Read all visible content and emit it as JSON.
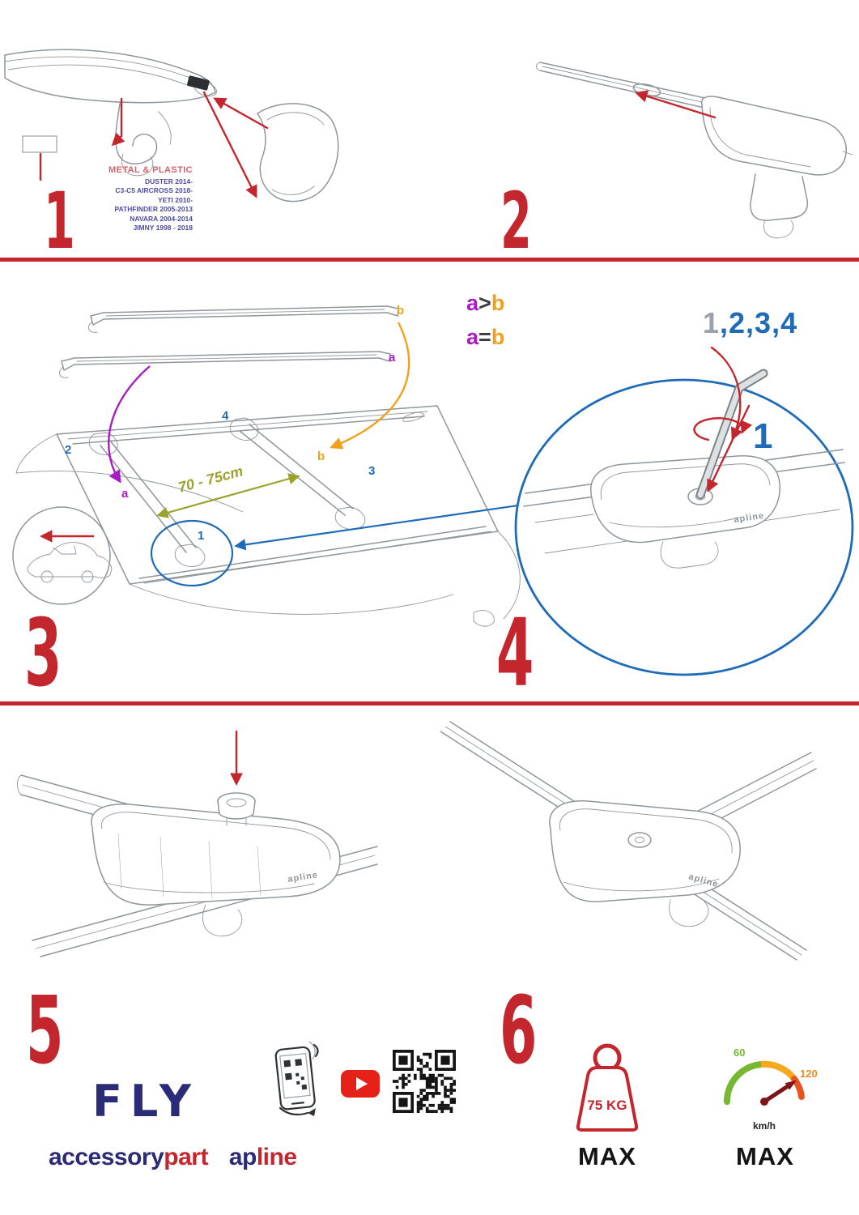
{
  "colors": {
    "step_red": "#c4262e",
    "blue": "#1e6bb8",
    "magenta": "#a81cc4",
    "orange": "#f0a11c",
    "olive": "#9ba32c",
    "navy": "#2b2b78"
  },
  "step1": {
    "number": "1",
    "material_heading": "METAL & PLASTIC",
    "models": [
      "DUSTER 2014-",
      "C3-C5 AIRCROSS 2018-",
      "YETI 2010-",
      "PATHFINDER 2005-2013",
      "NAVARA 2004-2014",
      "JIMNY 1998 - 2018"
    ]
  },
  "step2": {
    "number": "2"
  },
  "step3": {
    "number": "3",
    "bar_top_label": "b",
    "bar_bottom_label": "a",
    "roof_label_1": "1",
    "roof_label_2": "2",
    "roof_label_3": "3",
    "roof_label_4": "4",
    "roof_label_a": "a",
    "roof_label_b": "b",
    "distance": "70 - 75cm"
  },
  "formulas": {
    "line1": {
      "a": "a",
      "op": ">",
      "b": "b"
    },
    "line2": {
      "a": "a",
      "op": "=",
      "b": "b"
    }
  },
  "step4": {
    "number": "4",
    "seq_first": "1",
    "seq_rest": ",2,3,4",
    "callout": "1"
  },
  "step5": {
    "number": "5"
  },
  "step6": {
    "number": "6"
  },
  "product_logo": "apline",
  "footer": {
    "fly": "FLY",
    "brand1_dark": "accessory",
    "brand1_red": "part",
    "brand2_dark": "ap",
    "brand2_red": "line",
    "weight_label": "75 KG",
    "weight_max": "MAX",
    "speed_low": "60",
    "speed_high": "120",
    "speed_unit": "km/h",
    "speed_max": "MAX"
  }
}
